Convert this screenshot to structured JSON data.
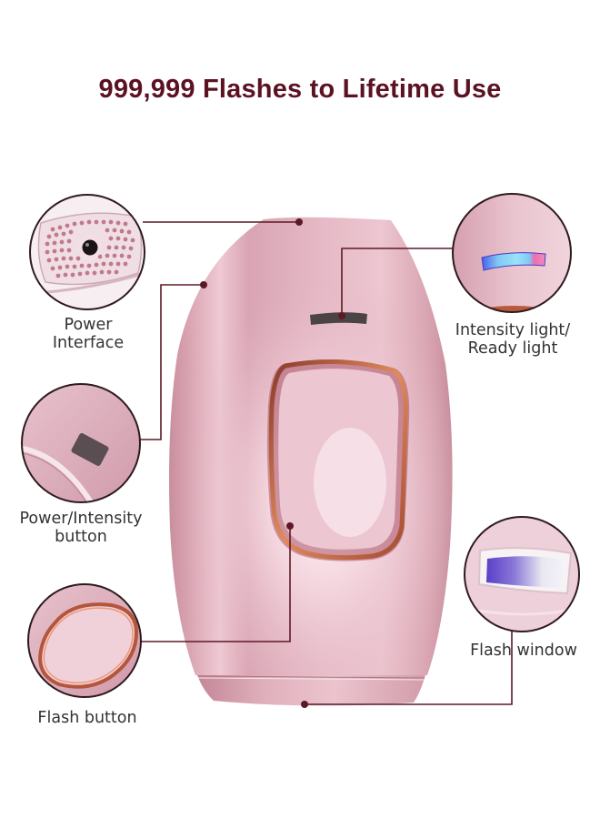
{
  "title": {
    "text": "999,999 Flashes to Lifetime Use",
    "color": "#5b1222"
  },
  "colors": {
    "leader_line": "#5c1a26",
    "label_text": "#333333",
    "device_body": "#e3b8c4",
    "device_body_shadow": "#c9909f",
    "copper_ring": "#c96a45",
    "indicator_dark": "#4a4446"
  },
  "device": {
    "name": "IPL hair removal handset",
    "indicator_slot": "intensity indicator window",
    "flash_button": "oval flash button with copper ring"
  },
  "callouts": [
    {
      "id": "power-interface",
      "label_line1": "Power",
      "label_line2": "Interface",
      "detail": "perforated vent grille with DC power jack"
    },
    {
      "id": "intensity-light",
      "label_line1": "Intensity light/",
      "label_line2": "Ready light",
      "detail": "LED bar: blue, cyan, cyan, cyan, pink",
      "led_colors": [
        "#4a6cf0",
        "#7fd0f5",
        "#8fe0f8",
        "#7fd0f5",
        "#ee6cb0"
      ]
    },
    {
      "id": "power-intensity-button",
      "label_line1": "Power/Intensity",
      "label_line2": "button",
      "detail": "dark rectangular button"
    },
    {
      "id": "flash-window",
      "label_line1": "Flash window",
      "label_line2": "",
      "detail": "xenon lamp window with purple reflector"
    },
    {
      "id": "flash-button",
      "label_line1": "Flash button",
      "label_line2": "",
      "detail": "rounded button with copper rim"
    }
  ]
}
